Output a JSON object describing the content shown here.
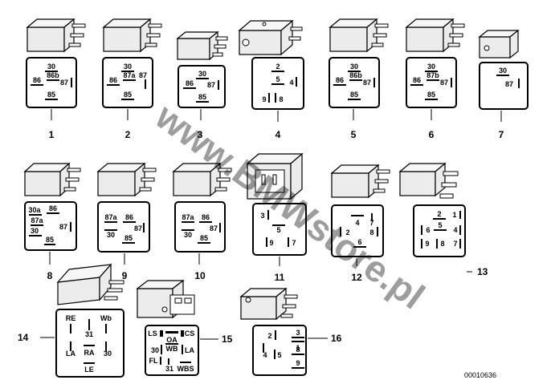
{
  "watermark": "www.BMWstore.pl",
  "footer_code": "00010636",
  "relays": [
    {
      "number": "1",
      "pins": [
        "30",
        "86b",
        "86",
        "87",
        "85"
      ]
    },
    {
      "number": "2",
      "pins": [
        "30",
        "87a",
        "86",
        "87",
        "85"
      ]
    },
    {
      "number": "3",
      "pins": [
        "30",
        "86",
        "87",
        "85"
      ]
    },
    {
      "number": "4",
      "pins": [
        "2",
        "5",
        "4",
        "9",
        "8"
      ]
    },
    {
      "number": "5",
      "pins": [
        "30",
        "86b",
        "86",
        "87",
        "85"
      ]
    },
    {
      "number": "6",
      "pins": [
        "30",
        "87b",
        "86",
        "87",
        "85"
      ]
    },
    {
      "number": "7",
      "pins": [
        "30",
        "87"
      ]
    },
    {
      "number": "8",
      "pins": [
        "30a",
        "86",
        "87a",
        "87",
        "30",
        "85"
      ]
    },
    {
      "number": "9",
      "pins": [
        "87a",
        "86",
        "87",
        "30",
        "85"
      ]
    },
    {
      "number": "10",
      "pins": [
        "87a",
        "86",
        "87",
        "30",
        "85"
      ]
    },
    {
      "number": "11",
      "pins": [
        "3",
        "5",
        "9",
        "7"
      ]
    },
    {
      "number": "12",
      "pins": [
        "4",
        "7",
        "2",
        "8",
        "6"
      ]
    },
    {
      "number": "13",
      "pins": [
        "2",
        "1",
        "5",
        "6",
        "4",
        "9",
        "8",
        "7"
      ]
    },
    {
      "number": "14",
      "pins": [
        "RE",
        "Wb",
        "31",
        "LA",
        "RA",
        "30",
        "LE"
      ]
    },
    {
      "number": "15",
      "pins": [
        "LS",
        "CS",
        "OA",
        "30",
        "LA",
        "WB",
        "FL",
        "31",
        "WBS"
      ]
    },
    {
      "number": "16",
      "pins": [
        "2",
        "3",
        "1",
        "4",
        "5",
        "8",
        "9"
      ]
    }
  ]
}
